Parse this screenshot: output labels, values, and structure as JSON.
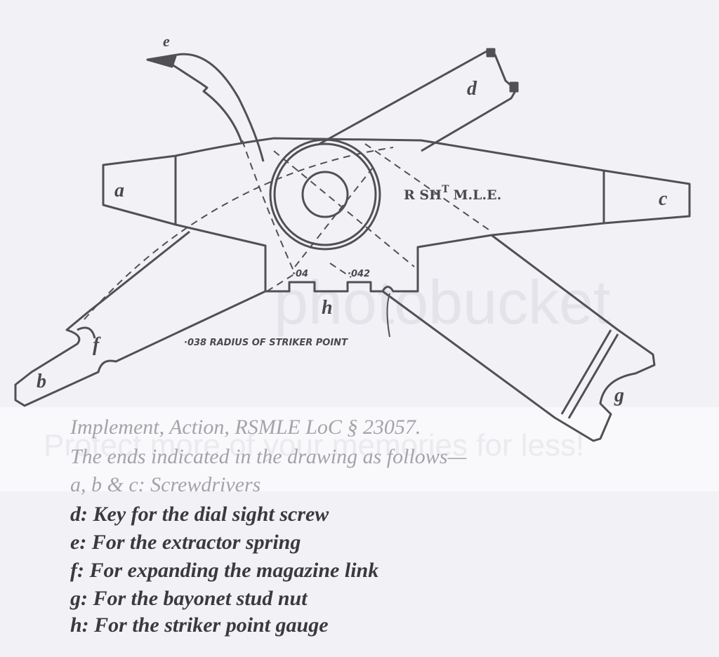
{
  "drawing": {
    "labels": {
      "a": "a",
      "b": "b",
      "c": "c",
      "d": "d",
      "e": "e",
      "f": "f",
      "g": "g",
      "h": "h"
    },
    "marking": "R SH",
    "marking_sup": "T",
    "marking_end": "M.L.E.",
    "dim_04": "·04",
    "dim_042": "·042",
    "radius_note": "·038 RADIUS OF STRIKER POINT"
  },
  "watermark": {
    "brand": "photobucket",
    "slogan": "Protect more of your memories for less!"
  },
  "caption": {
    "title": "Implement, Action, RSMLE LoC § 23057.",
    "intro": "The ends indicated in the drawing as follows—",
    "items": [
      "a, b & c: Screwdrivers",
      "d: Key for the dial sight screw",
      "e: For the extractor spring",
      "f: For expanding the magazine link",
      "g: For the bayonet stud nut",
      "h: For the striker point gauge"
    ]
  },
  "colors": {
    "background": "#f2f1f6",
    "ink": "#4a4a4e"
  }
}
